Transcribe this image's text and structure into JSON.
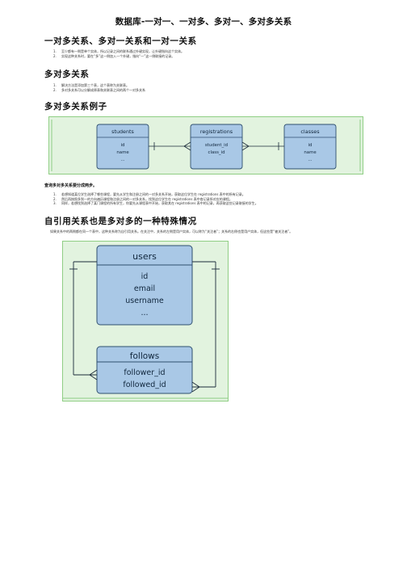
{
  "page_title": "数据库-一对一、一对多、多对一、多对多关系",
  "section1": {
    "heading": "一对多关系、多对一关系和一对一关系",
    "items": [
      "至少都有一侧是单个实体，所以记录之间的联系通过外键实现，让外键指向这个实体。",
      "实现这种关系时，要在“多”这一侧加入一个外键，指向“一”这一侧联接的记录。"
    ]
  },
  "section2": {
    "heading": "多对多关系",
    "items": [
      "解决方法是添加第三个表，这个表称为关联表。",
      "多对多关系可以分解成原表和关联表之间的两个一对多关系"
    ]
  },
  "section3": {
    "heading": "多对多关系例子",
    "diagram": {
      "entities": [
        {
          "title": "students",
          "fields": [
            "id",
            "name",
            "..."
          ]
        },
        {
          "title": "registrations",
          "fields": [
            "student_id",
            "class_id"
          ]
        },
        {
          "title": "classes",
          "fields": [
            "id",
            "name",
            "..."
          ]
        }
      ]
    },
    "subheading": "查询多对多关系要分成两步。",
    "items": [
      "若想知道某位学生选择了哪些课程，要先从学生和注册之间的一对多关系开始，获取这位学生在 registrations 表中的所有记录。",
      "然后再按照多到一的方向遍历课程和注册之间的一对多关系，找到这位学生在 registrations 表中各记录所对应的课程。",
      "同样，若想找到选择了某门课程的所有学生，你要先从课程表中开始，获取其在 registrations 表中的记录，再获取这些记录联接的学生。"
    ]
  },
  "section4": {
    "heading": "自引用关系也是多对多的一种特殊情况",
    "paragraph": "如果关系中的两侧都在同一个表中，这种关系称为自引用关系。在关注中，关系的左侧是用户实体，可以称为“关注者”；关系的右侧也是用户实体，但这些是“被关注者”。",
    "diagram": {
      "entities": [
        {
          "title": "users",
          "fields": [
            "id",
            "email",
            "username",
            "..."
          ]
        },
        {
          "title": "follows",
          "fields": [
            "follower_id",
            "followed_id"
          ]
        }
      ]
    }
  },
  "colors": {
    "diagram_background": "#e2f3df",
    "diagram_border": "#8fce84",
    "entity_fill": "#a9c8e6",
    "entity_border": "#2f4f6f"
  }
}
